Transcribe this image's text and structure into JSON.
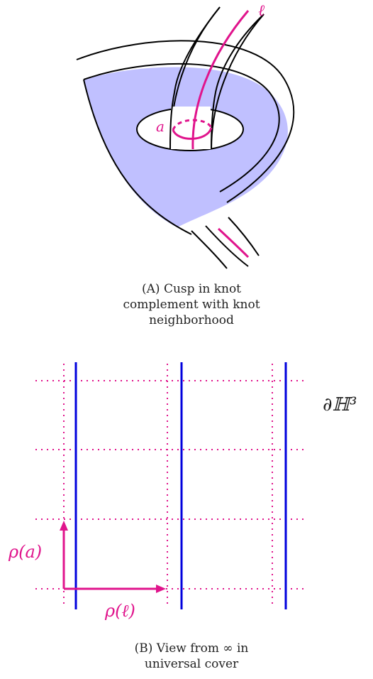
{
  "figure_a": {
    "labels": {
      "loop_a": "a",
      "loop_l": "ℓ"
    },
    "caption": {
      "tag": "(A)",
      "text_line1": "Cusp in knot",
      "text_line2": "complement with knot",
      "text_line3": "neighborhood"
    },
    "colors": {
      "fill": "#c0c0ff",
      "magenta": "#e0148c",
      "line": "#000000"
    }
  },
  "figure_b": {
    "labels": {
      "boundary": "∂ℍ³",
      "rho_a": "ρ(a)",
      "rho_l": "ρ(ℓ)"
    },
    "caption": {
      "tag": "(B)",
      "text_line1": "View from ∞ in",
      "text_line2": "universal cover"
    },
    "colors": {
      "blue": "#0000dd",
      "magenta": "#e0148c"
    }
  }
}
